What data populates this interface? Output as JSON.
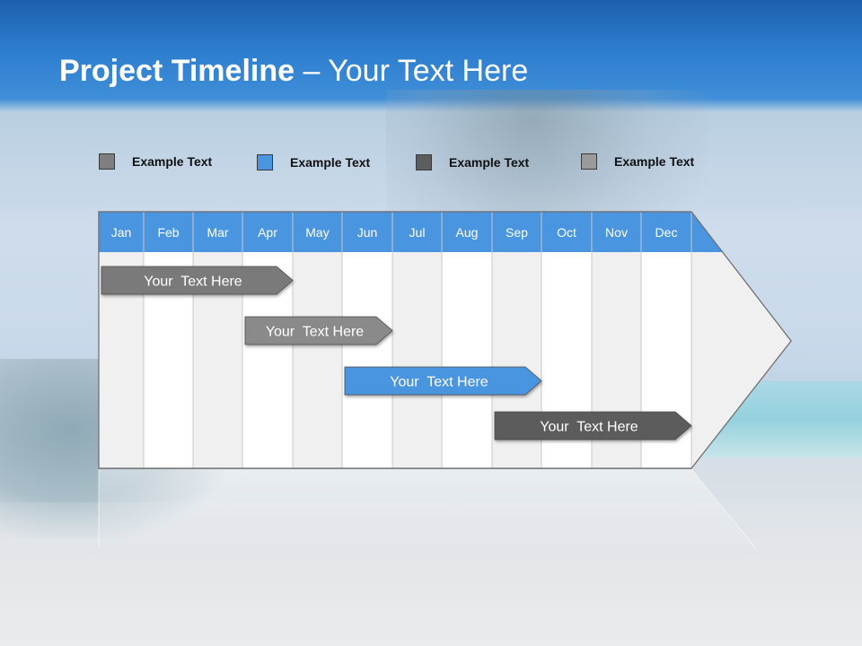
{
  "title": {
    "bold": "Project Timeline",
    "rest": " – Your Text Here"
  },
  "legend": [
    {
      "label": "Example Text",
      "color": "#7f7f7f"
    },
    {
      "label": "Example Text",
      "color": "#4a95e0"
    },
    {
      "label": "Example Text",
      "color": "#5d5d5d"
    },
    {
      "label": "Example Text",
      "color": "#9a9a9a"
    }
  ],
  "months": [
    "Jan",
    "Feb",
    "Mar",
    "Apr",
    "May",
    "Jun",
    "Jul",
    "Aug",
    "Sep",
    "Oct",
    "Nov",
    "Dec"
  ],
  "tasks": [
    {
      "label": "Your  Text Here",
      "start": "Jan",
      "end": "Apr",
      "color": "#7a7a7a"
    },
    {
      "label": "Your  Text Here",
      "start": "Apr",
      "end": "Jun",
      "color": "#8a8a8a"
    },
    {
      "label": "Your  Text Here",
      "start": "Jun",
      "end": "Sep",
      "color": "#4a95e0"
    },
    {
      "label": "Your  Text Here",
      "start": "Sep",
      "end": "Dec",
      "color": "#5c5c5c"
    }
  ],
  "colors": {
    "header": "#4a95e0",
    "stripe": "#f0f0f0",
    "grid": "#c8c8c8"
  }
}
